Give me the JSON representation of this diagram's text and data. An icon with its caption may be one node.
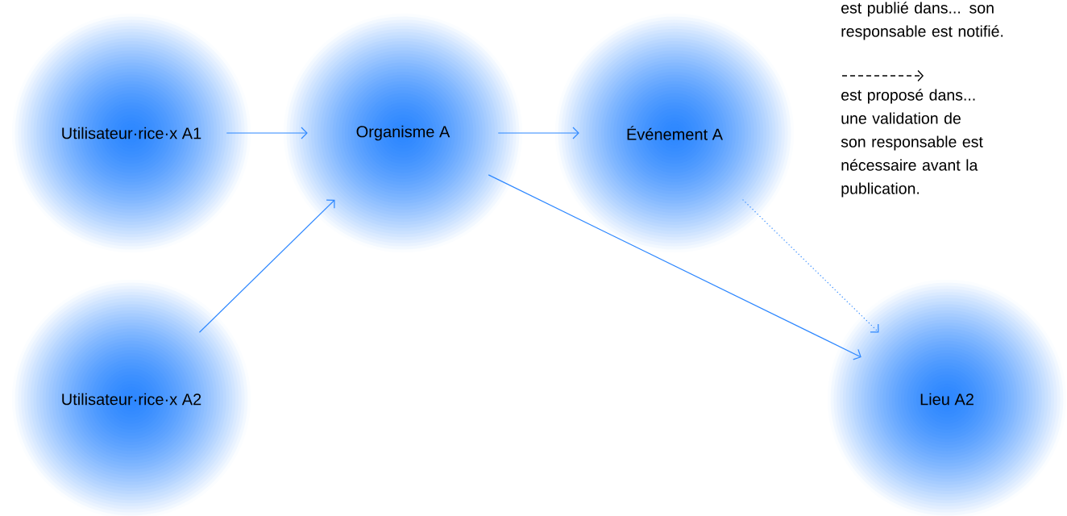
{
  "diagram": {
    "nodes": [
      {
        "text": [
          "Utilisateur·rice·x A1"
        ]
      },
      {
        "text": [
          "Organisme A"
        ]
      },
      {
        "text": [
          "Événement A"
        ]
      },
      {
        "text": [
          "Utilisateur·rice·x A2"
        ]
      },
      {
        "text": [
          "Lieu A2"
        ]
      }
    ],
    "edges": [
      {
        "from": 0,
        "to": 1,
        "arrow": "to"
      },
      {
        "from": 1,
        "to": 2,
        "arrow": "to"
      },
      {
        "from": 3,
        "to": 1,
        "arrow": "to"
      },
      {
        "from": 1,
        "to": 4,
        "arrow": "to"
      },
      {
        "from": 2,
        "to": 4,
        "arrow": "to",
        "style": "dashed"
      }
    ],
    "labels": [
      "est publié dans... son responsable est notifié."
    ],
    "legend": [
      {
        "text": "est proposé dans... une validation de son responsable est nécessaire avant la publication."
      }
    ]
  }
}
